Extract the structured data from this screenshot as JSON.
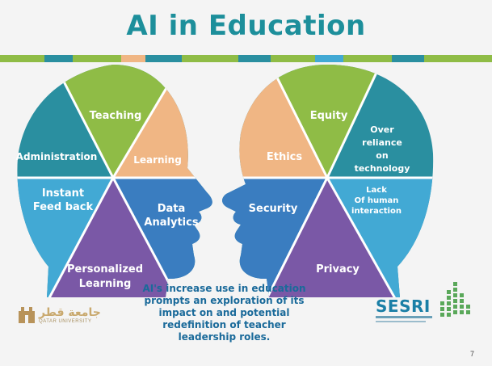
{
  "title": "AI in Education",
  "colors": {
    "teal": "#2a8fa0",
    "green": "#8fbc46",
    "peach": "#f0b684",
    "lightblue": "#42a9d4",
    "purple": "#7a58a6",
    "blue": "#3a7dc0",
    "title": "#1d8f9b"
  },
  "left_head": {
    "administration": "Administration",
    "teaching": "Teaching",
    "learning": "Learning",
    "instant_feedback": [
      "Instant",
      "Feed back"
    ],
    "data_analytics": [
      "Data",
      "Analytics"
    ],
    "personalized_learning": [
      "Personalized",
      "Learning"
    ]
  },
  "right_head": {
    "equity": "Equity",
    "over_reliance": [
      "Over",
      "reliance",
      "on",
      "technology"
    ],
    "ethics": "Ethics",
    "lack_of_human": [
      "Lack",
      "Of human",
      "interaction"
    ],
    "security": "Security",
    "privacy": "Privacy"
  },
  "caption": [
    "AI's increase use in education",
    "prompts an exploration of its",
    "impact on and potential",
    "redefinition of teacher",
    "leadership roles."
  ],
  "logo_left": {
    "arabic": "جامعة قطر",
    "english": "QATAR UNIVERSITY"
  },
  "logo_right": {
    "name": "SESRI"
  },
  "page_number": "7"
}
